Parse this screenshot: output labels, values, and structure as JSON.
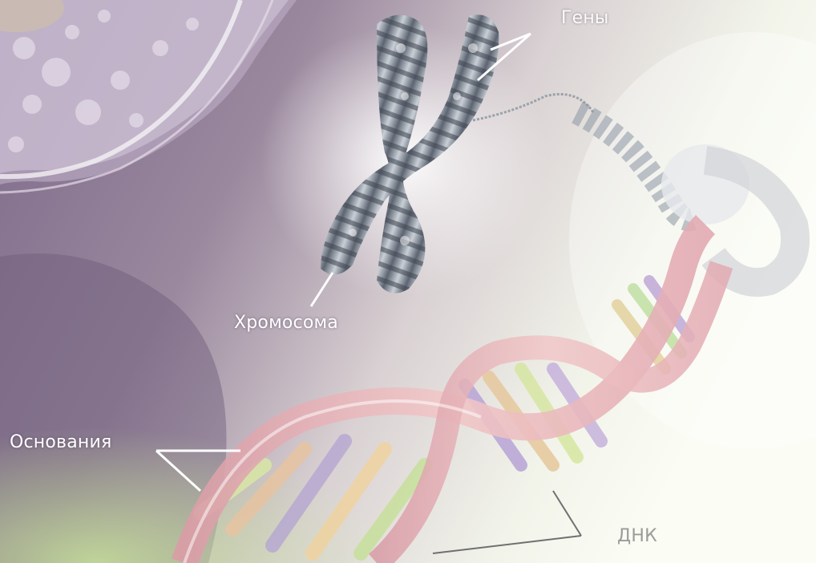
{
  "labels": {
    "genes": "Гены",
    "chromosome": "Хромосома",
    "bases": "Основания",
    "dna": "ДНК"
  },
  "colors": {
    "background_purple": "#8a7596",
    "background_light": "#f3f6e8",
    "helix_ribbon": "#e9b8bc",
    "chromosome": "#8e98a2",
    "label_text": "#ffffff",
    "dna_label_text": "#9a9c9a"
  }
}
